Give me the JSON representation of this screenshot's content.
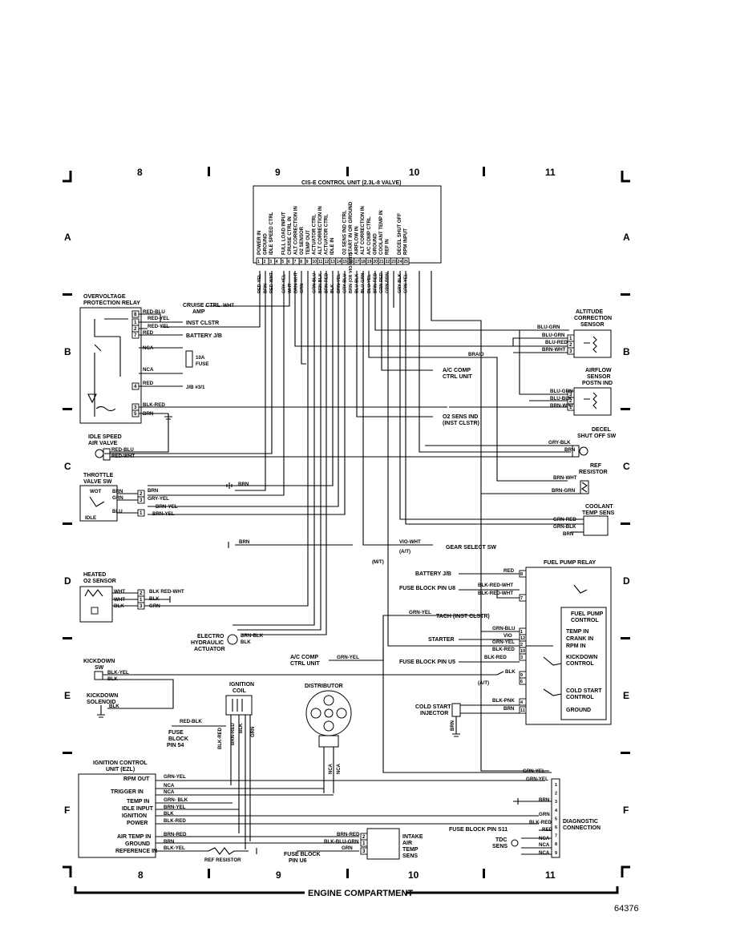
{
  "grid": {
    "columns": [
      "8",
      "9",
      "10",
      "11"
    ],
    "rows": [
      "A",
      "B",
      "C",
      "D",
      "E",
      "F"
    ]
  },
  "control_unit": {
    "title": "CIS-E CONTROL UNIT (2.3L-8 VALVE)",
    "pins": [
      "1",
      "2",
      "3",
      "4",
      "5",
      "6",
      "7",
      "8",
      "9",
      "10",
      "11",
      "12",
      "13",
      "14",
      "15",
      "16",
      "17",
      "18",
      "19",
      "20",
      "21",
      "22",
      "23",
      "24",
      "25"
    ],
    "functions": [
      "POWER IN",
      "GROUND",
      "IDLE SPEED CTRL",
      "",
      "FULL LOAD INPUT",
      "CRUISE CTRL IN",
      "ALT CORRECTION IN",
      "O2 SENSOR",
      "TEMP OUT",
      "ACTUATOR CTRL",
      "ALT CORRECTION IN",
      "ACTUATOR CTRL",
      "IDLE IN",
      "",
      "O2 SENS IND CTRL",
      "START IN OR GROUND",
      "AIRFLOW IN",
      "ALT CORRECTION IN",
      "A/C COMP CTRL",
      "GROUND",
      "COOLANT TEMP IN",
      "REF IN",
      "",
      "DECEL SHUT OFF",
      "RPM INPUT"
    ],
    "wires": [
      "RED-YEL",
      "BRN",
      "RED-WHT",
      "",
      "GRY-YEL",
      "WHT",
      "BRN-WHT",
      "GRN",
      "",
      "GRN-BLU",
      "BRN-BLK",
      "BRN-RED",
      "BLK",
      "BRN-YEL",
      "GRY-BLU",
      "BRN (OR VIO-WHT)",
      "BLU-BLK",
      "BLU-GRN",
      "BLU-YEL",
      "BRN-RED",
      "GRN-RED",
      "GRN-BRN",
      "",
      "GRY-BLK",
      "GRN-YEL"
    ]
  },
  "overvoltage_relay": {
    "title_1": "OVERVOLTAGE",
    "title_2": "PROTECTION RELAY",
    "pins": [
      "8",
      "1",
      "2",
      "7",
      "",
      "",
      "4",
      "3",
      "5"
    ],
    "wires": [
      "RED-BLU",
      "RED-YEL",
      "RED-YEL",
      "RED",
      "NCA",
      "NCA",
      "RED",
      "BLK-RED",
      "BRN"
    ]
  },
  "labels": {
    "cruise_ctrl_amp_1": "CRUISE CTRL",
    "cruise_ctrl_amp_2": "AMP",
    "cruise_wire": "WHT",
    "inst_clstr": "INST CLSTR",
    "battery_jb": "BATTERY J/B",
    "fuse_1": "10A",
    "fuse_2": "FUSE",
    "jb_pin": "J/B #3/1",
    "idle_speed_1": "IDLE SPEED",
    "idle_speed_2": "AIR VALVE",
    "idle_wire_1": "RED-BLU",
    "idle_wire_2": "RED-WHT",
    "throttle_1": "THROTTLE",
    "throttle_2": "VALVE SW",
    "wot": "WOT",
    "idle": "IDLE",
    "throttle_wires": [
      "BRN",
      "GRN",
      "BLU"
    ],
    "throttle_pins": [
      "2",
      "3",
      "",
      "1"
    ],
    "throttle_right": [
      "BRN",
      "GRY-YEL",
      "BRN-YEL",
      "BRN-YEL"
    ],
    "ground_brn": "BRN",
    "heated_1": "HEATED",
    "heated_2": "O2 SENSOR",
    "o2_wires": [
      "WHT",
      "WHT",
      "BLK"
    ],
    "o2_pins": [
      "2",
      "1",
      "3"
    ],
    "o2_right": [
      "BLK RED-WHT",
      "BLK",
      "GRN"
    ],
    "electro_1": "ELECTRO",
    "electro_2": "HYDRAULIC",
    "electro_3": "ACTUATOR",
    "electro_wires": [
      "BRN-BLK",
      "BLK"
    ],
    "kickdown_1": "KICKDOWN",
    "kickdown_2": "SW",
    "kickdown_wires": [
      "BLK-YEL",
      "BLK"
    ],
    "kickdown_sol_1": "KICKDOWN",
    "kickdown_sol_2": "SOLENOID",
    "kickdown_sol_wire": "BLK",
    "ign_coil_1": "IGNITION",
    "ign_coil_2": "COIL",
    "coil_wires": [
      "BLK-RED",
      "BRN-RED",
      "BLK",
      "GRN"
    ],
    "fuse_block_1": "FUSE",
    "fuse_block_2": "BLOCK",
    "fuse_block_3": "PIN 54",
    "red_blk": "RED-BLK",
    "distributor": "DISTRIBUTOR",
    "dist_wires": [
      "NCA",
      "NCA"
    ],
    "ac_comp_1": "A/C COMP",
    "ac_comp_2": "CTRL UNIT",
    "ac_comp_wire": "GRN-YEL",
    "tach": "TACH (INST CLSTR)",
    "tach_wire": "GRN-YEL",
    "gear_select": "GEAR SELECT SW",
    "gear_wire": "VIO-WHT",
    "at": "(A/T)",
    "mt": "(M/T)",
    "ac_comp_ctrl_1": "A/C COMP",
    "ac_comp_ctrl_2": "CTRL UNIT",
    "o2_sens_ind_1": "O2 SENS IND",
    "o2_sens_ind_2": "(INST CLSTR)",
    "braid": "BRAID",
    "altitude_1": "ALTITUDE",
    "altitude_2": "CORRECTION",
    "altitude_3": "SENSOR",
    "altitude_wires": [
      "BLU-GRN",
      "BLU-GRN",
      "BLU-RED",
      "BRN-WHT"
    ],
    "altitude_pins": [
      "1",
      "2",
      "3"
    ],
    "airflow_1": "AIRFLOW",
    "airflow_2": "SENSOR",
    "airflow_3": "POSTN IND",
    "airflow_wires": [
      "BLU-GRN",
      "BLU-BLK",
      "BRN-WHT"
    ],
    "airflow_pins": [
      "3",
      "2",
      "1"
    ],
    "decel_1": "DECEL",
    "decel_2": "SHUT OFF SW",
    "decel_wires": [
      "GRY-BLK",
      "BRN"
    ],
    "ref_res_1": "REF",
    "ref_res_2": "RESISTOR",
    "ref_wires": [
      "BRN-WHT",
      "BRN-GRN"
    ],
    "coolant_1": "COOLANT",
    "coolant_2": "TEMP SENS",
    "coolant_wires": [
      "GRN-RED",
      "GRN-BLK",
      "BRN"
    ],
    "fuel_pump_relay": "FUEL PUMP RELAY",
    "battery_jb2": "BATTERY J/B",
    "fuse_block_u8": "FUSE BLOCK PIN U8",
    "fuse_block_u5": "FUSE BLOCK PIN U5",
    "starter": "STARTER",
    "fpr_wires": [
      "RED",
      "BLK-RED-WHT",
      "BLK-RED-WHT"
    ],
    "fpr_pins": [
      "8",
      "7",
      "1",
      "12",
      "2",
      "10",
      "3",
      "9",
      "6",
      "4",
      "11"
    ],
    "fpr_right_wires": [
      "GRN-BLU",
      "VIO",
      "GRN-YEL",
      "BLK-RED",
      "BLK-RED",
      "BLK",
      "BLK-PNK",
      "BRN"
    ],
    "fuel_pump_ctrl_1": "FUEL PUMP",
    "fuel_pump_ctrl_2": "CONTROL",
    "temp_in": "TEMP IN",
    "crank_in": "CRANK IN",
    "rpm_in": "RPM IN",
    "kickdown_ctrl_1": "KICKDOWN",
    "kickdown_ctrl_2": "CONTROL",
    "cold_start_ctrl_1": "COLD START",
    "cold_start_ctrl_2": "CONTROL",
    "ground": "GROUND",
    "cold_start_inj_1": "COLD START",
    "cold_start_inj_2": "INJECTOR",
    "injector_wire": "BRN",
    "at2": "(A/T)",
    "ezl_1": "IGNITION CONTROL",
    "ezl_2": "UNIT (EZL)",
    "ezl_pins": [
      "RPM OUT",
      "TRIGGER IN",
      "TEMP IN",
      "IDLE INPUT",
      "IGNITION",
      "POWER",
      "AIR TEMP IN",
      "GROUND",
      "REFERENCE IN"
    ],
    "ezl_wires": [
      "GRN-YEL",
      "NCA",
      "NCA",
      "GRN- BLK",
      "BRN-YEL",
      "BLK",
      "BLK-RED",
      "BRN-RED",
      "BRN",
      "BLK-YEL"
    ],
    "ref_resistor": "REF RESISTOR",
    "fuse_block_u6_1": "FUSE BLOCK",
    "fuse_block_u6_2": "PIN U6",
    "intake_1": "INTAKE",
    "intake_2": "AIR",
    "intake_3": "TEMP",
    "intake_4": "SENS",
    "intake_wires": [
      "BRN-RED",
      "BLK-BLU-GRN",
      "GRN"
    ],
    "intake_pins": [
      "2",
      "1",
      "3"
    ],
    "fuse_block_s11": "FUSE BLOCK PIN S11",
    "tdc_1": "TDC",
    "tdc_2": "SENS",
    "diag_1": "DIAGNOSTIC",
    "diag_2": "CONNECTION",
    "diag_wires": [
      "GRN-YEL",
      "GRN-YEL",
      "BRN",
      "GRN",
      "BLK-RED",
      "RED",
      "NCA",
      "NCA",
      "NCA"
    ],
    "diag_pins": [
      "1",
      "2",
      "3",
      "4",
      "5",
      "6",
      "7",
      "8",
      "9"
    ]
  },
  "footer": {
    "title": "ENGINE COMPARTMENT",
    "figure_number": "64376"
  }
}
